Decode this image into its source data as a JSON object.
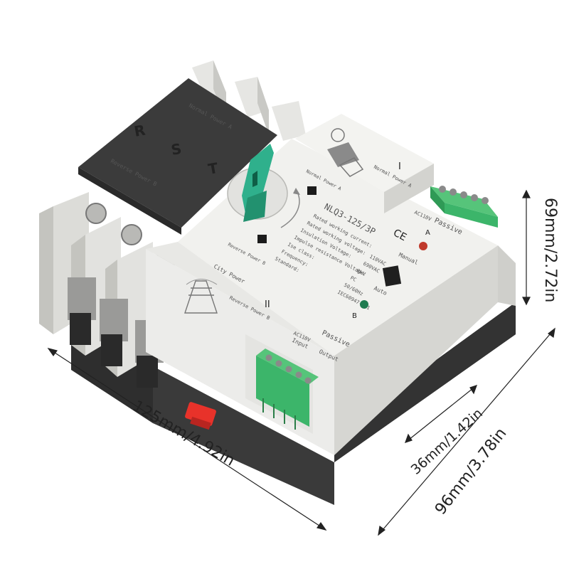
{
  "housing": {
    "phases": [
      "R",
      "S",
      "T"
    ],
    "normal_power_a": "Normal Power A",
    "reverse_power_b": "Reverse Power B"
  },
  "front_panel": {
    "model": "NLQ3-125/3P",
    "specs": [
      {
        "label": "Rated working current:",
        "value": ""
      },
      {
        "label": "Rated working voltage:",
        "value": "110VAC"
      },
      {
        "label": "Insulation Voltage:",
        "value": "690VAC"
      },
      {
        "label": "Impulse resistance Voltage:",
        "value": "8kV"
      },
      {
        "label": "Ise class:",
        "value": "PC"
      },
      {
        "label": "Frequency:",
        "value": "50/60Hz"
      },
      {
        "label": "Standard:",
        "value": "IEC60947-6-1"
      }
    ],
    "ce_mark": "CE",
    "label_a": "A",
    "label_b": "B",
    "manual": "Manual",
    "auto": "Auto",
    "city_power": "City Power",
    "roman_one": "I",
    "roman_two": "II",
    "normal_power_a": "Normal Power A",
    "reverse_power_b": "Reverse Power B"
  },
  "top_terminal": {
    "label": "AC110V",
    "mode": "Passive"
  },
  "front_terminal": {
    "label": "AC110V",
    "mode": "Passive",
    "input": "Input",
    "output": "Output"
  },
  "dimensions": {
    "width": "125mm/4.92in",
    "depth": "96mm/3.78in",
    "height": "69mm/2.72in",
    "front_depth": "36mm/1.42in"
  },
  "colors": {
    "body_light": "#eeeeec",
    "body_side": "#d8d8d4",
    "top_cover": "#3b3b3b",
    "base": "#2e2e2e",
    "handle": "#2fb08c",
    "terminal_green": "#3cb56a",
    "indicator_red": "#c0392b",
    "indicator_green": "#1e7a4f",
    "din_clip": "#e8322a"
  }
}
